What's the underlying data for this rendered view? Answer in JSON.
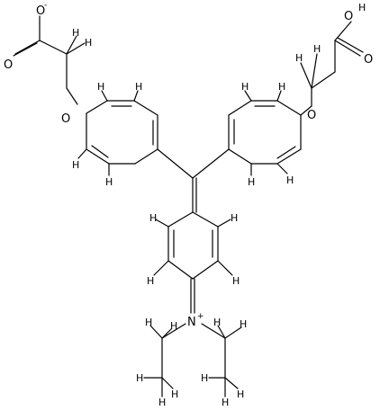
{
  "molecule": {
    "labels": {
      "hydrogen": "H",
      "oxygen": "O",
      "nitrogen": "N",
      "anion_charge": "-",
      "cation_charge": "+"
    }
  }
}
